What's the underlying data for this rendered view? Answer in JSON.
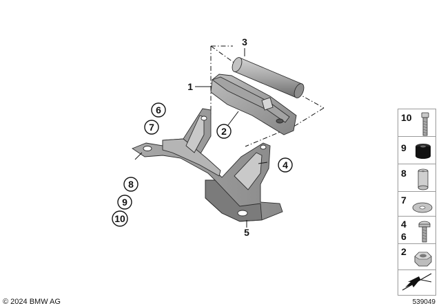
{
  "callouts": {
    "c1": "1",
    "c2": "2",
    "c3": "3",
    "c4": "4",
    "c5": "5",
    "c6": "6",
    "c7": "7",
    "c8": "8",
    "c9": "9",
    "c10": "10"
  },
  "legend": {
    "items": [
      {
        "labels": [
          "10"
        ],
        "icon": "bolt-icon"
      },
      {
        "labels": [
          "9"
        ],
        "icon": "rubber-grommet-icon"
      },
      {
        "labels": [
          "8"
        ],
        "icon": "spacer-sleeve-icon"
      },
      {
        "labels": [
          "7"
        ],
        "icon": "washer-icon"
      },
      {
        "labels": [
          "4",
          "6"
        ],
        "icon": "hex-socket-screw-icon"
      },
      {
        "labels": [
          "2"
        ],
        "icon": "hex-nut-icon"
      }
    ],
    "view_direction_icon": "view-direction-arrow-icon"
  },
  "footer": {
    "copyright": "© 2024 BMW AG",
    "diagram_number": "539049"
  },
  "colors": {
    "part_fill": "#9c9c9c",
    "part_light": "#c9c9c9",
    "part_dark": "#6f6f6f",
    "line": "#111111",
    "box_border": "#9a9a9a"
  }
}
